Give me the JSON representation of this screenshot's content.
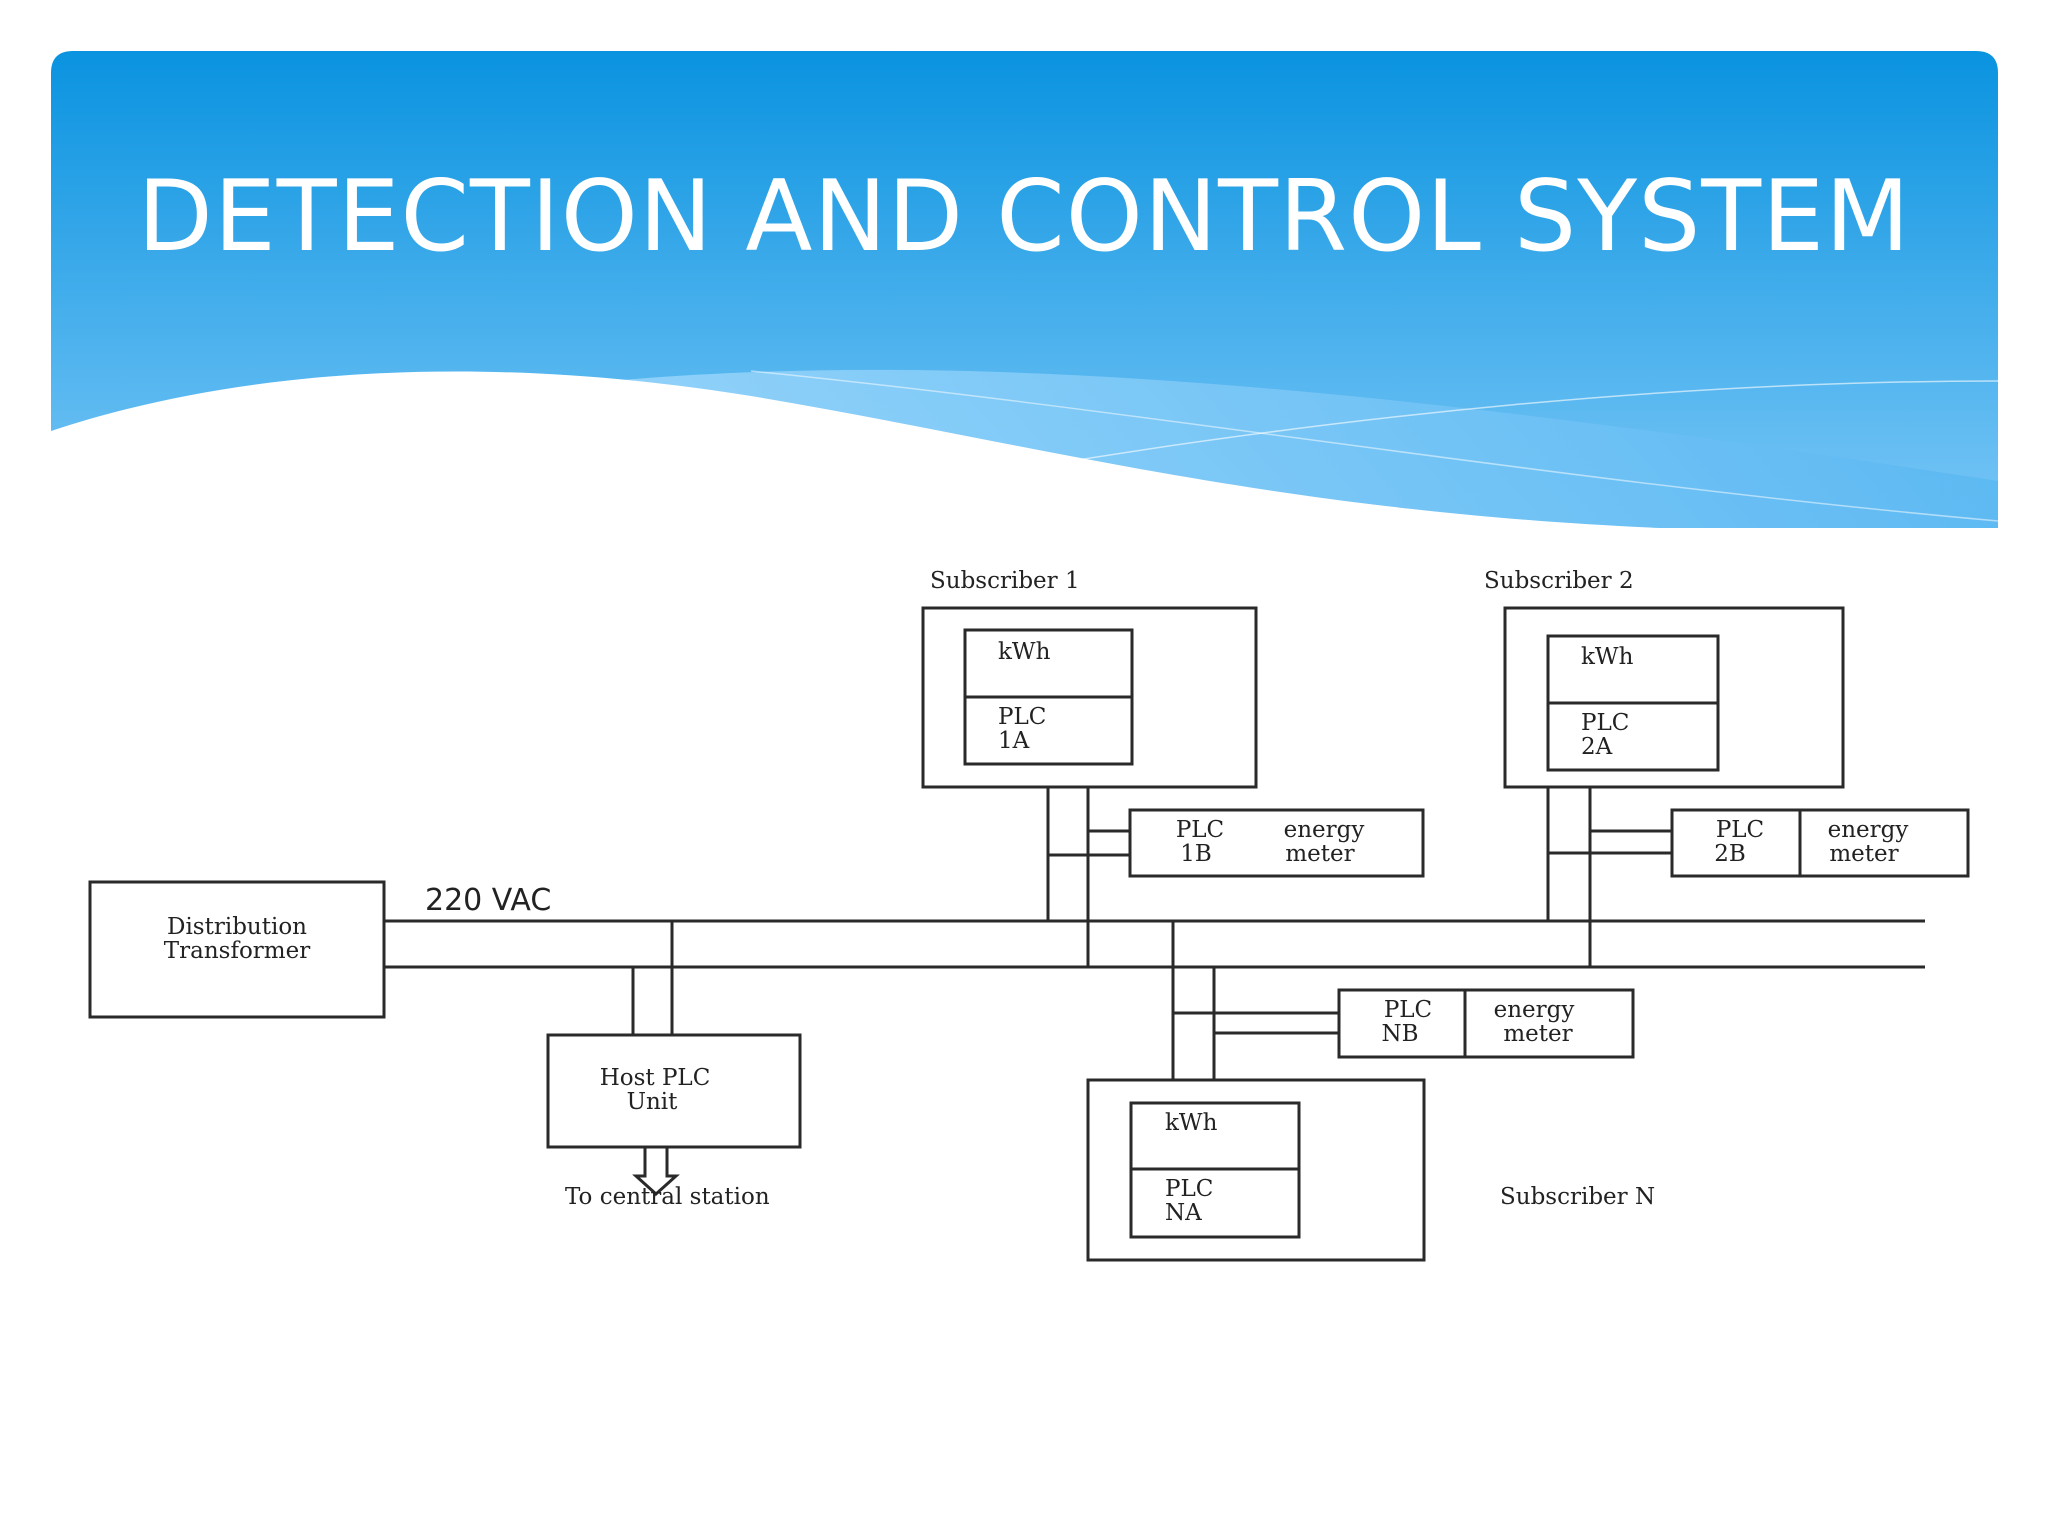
{
  "slide": {
    "title": "DETECTION AND CONTROL SYSTEM",
    "header_color_top": "#0a93e0",
    "header_color_bottom": "#7cc9f7"
  },
  "diagram": {
    "voltage_label": "220 VAC",
    "transformer": {
      "line1": "Distribution",
      "line2": "Transformer"
    },
    "host": {
      "line1": "Host PLC",
      "line2": "Unit",
      "output_label": "To central station"
    },
    "subscriber_1": {
      "name": "Subscriber 1",
      "meter": "kWh",
      "plc_a": {
        "line1": "PLC",
        "line2": "1A"
      },
      "plc_b": {
        "line1": "PLC",
        "line2": "1B"
      },
      "energy_meter": {
        "line1": "energy",
        "line2": "meter"
      }
    },
    "subscriber_2": {
      "name": "Subscriber 2",
      "meter": "kWh",
      "plc_a": {
        "line1": "PLC",
        "line2": "2A"
      },
      "plc_b": {
        "line1": "PLC",
        "line2": "2B"
      },
      "energy_meter": {
        "line1": "energy",
        "line2": "meter"
      }
    },
    "subscriber_n": {
      "name": "Subscriber N",
      "meter": "kWh",
      "plc_a": {
        "line1": "PLC",
        "line2": "NA"
      },
      "plc_b": {
        "line1": "PLC",
        "line2": "NB"
      },
      "energy_meter": {
        "line1": "energy",
        "line2": "meter"
      }
    }
  }
}
